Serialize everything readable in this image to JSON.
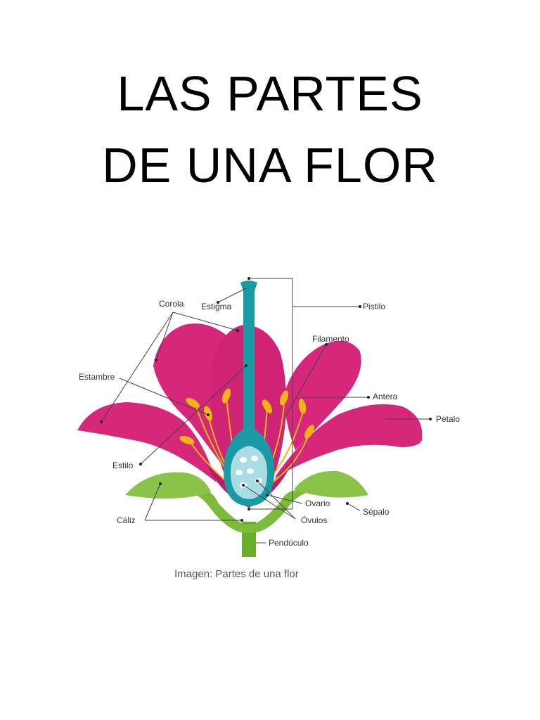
{
  "title": {
    "line1": "LAS PARTES",
    "line2": "DE UNA FLOR"
  },
  "labels": {
    "corola": "Corola",
    "estigma": "Estigma",
    "pistilo": "Pistilo",
    "filamento": "Filamento",
    "estambre": "Estambre",
    "antera": "Antera",
    "petalo": "Pétalo",
    "estilo": "Estilo",
    "ovario": "Ovario",
    "sepalo": "Sépalo",
    "caliz": "Cáliz",
    "ovulos": "Óvulos",
    "peduculo": "Pendúculo"
  },
  "caption": "Imagen: Partes de una flor",
  "colors": {
    "petal": "#d6277b",
    "petal_dark": "#b71d66",
    "pistil": "#1a9aa3",
    "ovary_inner": "#a9dde4",
    "anther": "#f2b515",
    "filament": "#f2b515",
    "sepal": "#8bc34a",
    "stem": "#6aaf2a"
  }
}
